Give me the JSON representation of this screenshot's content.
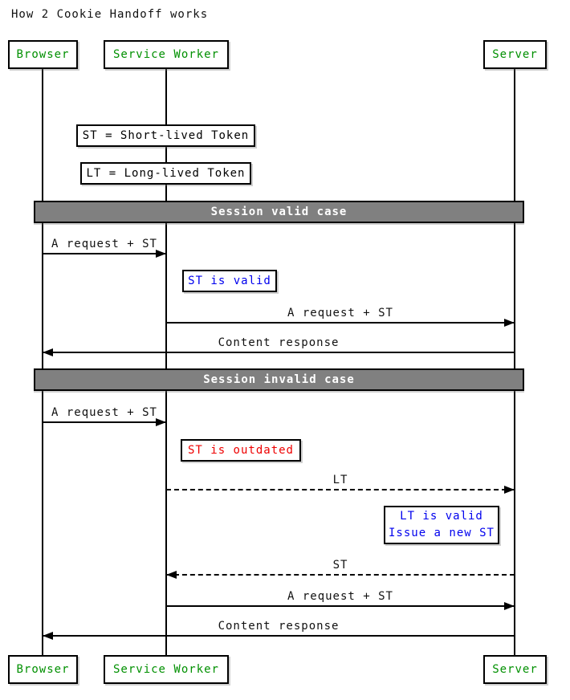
{
  "title": "How 2 Cookie Handoff works",
  "actors": [
    {
      "id": "browser",
      "label": "Browser"
    },
    {
      "id": "service-worker",
      "label": "Service Worker"
    },
    {
      "id": "server",
      "label": "Server"
    }
  ],
  "definitions": {
    "st": "ST = Short-lived Token",
    "lt": "LT = Long-lived Token"
  },
  "dividers": [
    "Session valid case",
    "Session invalid case"
  ],
  "messages": [
    {
      "from": "Browser",
      "to": "Service Worker",
      "label": "A request + ST",
      "style": "solid"
    },
    {
      "from": "Service Worker",
      "to": "Server",
      "label": "A request + ST",
      "style": "solid"
    },
    {
      "from": "Server",
      "to": "Browser",
      "label": "Content response",
      "style": "solid"
    },
    {
      "from": "Browser",
      "to": "Service Worker",
      "label": "A request + ST",
      "style": "solid"
    },
    {
      "from": "Service Worker",
      "to": "Server",
      "label": "LT",
      "style": "dashed"
    },
    {
      "from": "Server",
      "to": "Service Worker",
      "label": "ST",
      "style": "dashed"
    },
    {
      "from": "Service Worker",
      "to": "Server",
      "label": "A request + ST",
      "style": "solid"
    },
    {
      "from": "Server",
      "to": "Browser",
      "label": "Content response",
      "style": "solid"
    }
  ],
  "notes": {
    "st_valid": "ST is valid",
    "st_outdated": "ST is outdated",
    "lt_valid_line1": "LT is valid",
    "lt_valid_line2": "Issue a new ST"
  },
  "colors": {
    "actor_text": "#009000",
    "note_info_text": "#0000EE",
    "note_error_text": "#EE0000",
    "divider_bg": "#808080",
    "divider_text": "#FFFFFF",
    "line": "#000000",
    "background": "#FFFFFF"
  }
}
